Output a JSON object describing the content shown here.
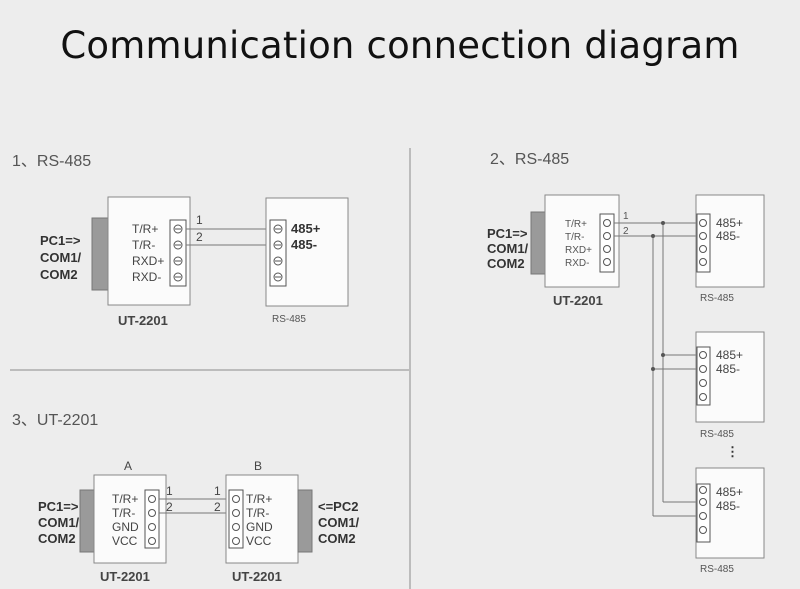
{
  "title": "Communication connection diagram",
  "s1": {
    "heading": "1、RS-485",
    "pc": [
      "PC1=>",
      "COM1/",
      "COM2"
    ],
    "pins": [
      "T/R+",
      "T/R-",
      "RXD+",
      "RXD-"
    ],
    "wires": [
      "1",
      "2"
    ],
    "device": "UT-2201",
    "remote_pins": [
      "485+",
      "485-"
    ],
    "remote_label": "RS-485"
  },
  "s2": {
    "heading": "2、RS-485",
    "pc": [
      "PC1=>",
      "COM1/",
      "COM2"
    ],
    "pins": [
      "T/R+",
      "T/R-",
      "RXD+",
      "RXD-"
    ],
    "wires": [
      "1",
      "2"
    ],
    "device": "UT-2201",
    "remote_pins": [
      "485+",
      "485-"
    ],
    "remote_labels": [
      "RS-485",
      "RS-485",
      "RS-485"
    ],
    "ellipsis": "⋮"
  },
  "s3": {
    "heading": "3、UT-2201",
    "box_a": "A",
    "box_b": "B",
    "pc_a": [
      "PC1=>",
      "COM1/",
      "COM2"
    ],
    "pc_b": [
      "<=PC2",
      "COM1/",
      "COM2"
    ],
    "pins": [
      "T/R+",
      "T/R-",
      "GND",
      "VCC"
    ],
    "wires": [
      "1",
      "2"
    ],
    "device_a": "UT-2201",
    "device_b": "UT-2201"
  }
}
